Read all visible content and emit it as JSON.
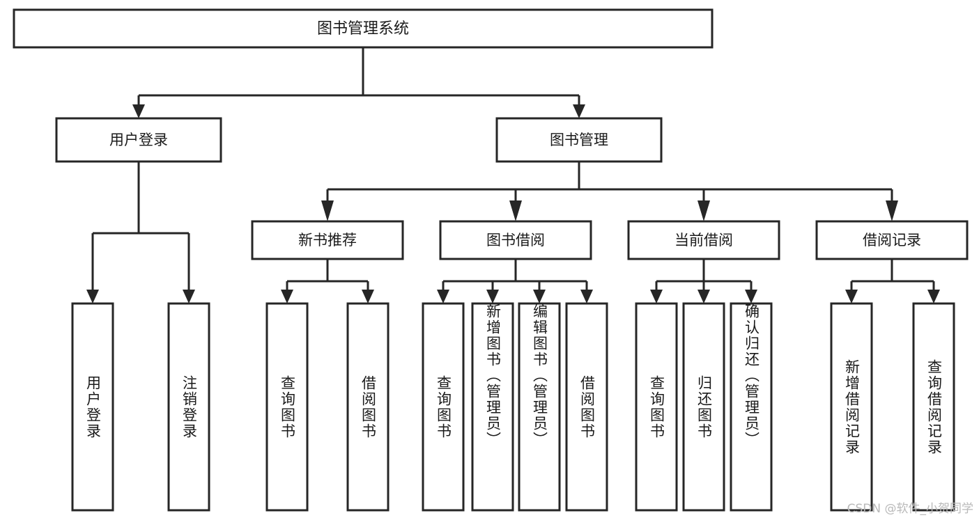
{
  "diagram": {
    "type": "tree-hierarchy",
    "orientation": "top-down",
    "title": "图书管理系统",
    "watermark": "CSDN @软件_小贺同学",
    "colors": {
      "background": "#ffffff",
      "stroke": "#262626",
      "text": "#1a1a1a",
      "watermark": "#b9b9b9"
    },
    "level1": {
      "label": "图书管理系统"
    },
    "level2": [
      {
        "label": "用户登录"
      },
      {
        "label": "图书管理"
      }
    ],
    "level3": [
      {
        "label": "新书推荐"
      },
      {
        "label": "图书借阅"
      },
      {
        "label": "当前借阅"
      },
      {
        "label": "借阅记录"
      }
    ],
    "leaves": {
      "user_login": [
        {
          "label": "用户登录"
        },
        {
          "label": "注销登录"
        }
      ],
      "new_book_recommend": [
        {
          "label": "查询图书"
        },
        {
          "label": "借阅图书"
        }
      ],
      "book_borrow": [
        {
          "label": "查询图书"
        },
        {
          "label": "新增图书（管理员）"
        },
        {
          "label": "编辑图书（管理员）"
        },
        {
          "label": "借阅图书"
        }
      ],
      "current_borrow": [
        {
          "label": "查询图书"
        },
        {
          "label": "归还图书"
        },
        {
          "label": "确认归还（管理员）"
        }
      ],
      "borrow_records": [
        {
          "label": "新增借阅记录"
        },
        {
          "label": "查询借阅记录"
        }
      ]
    }
  }
}
